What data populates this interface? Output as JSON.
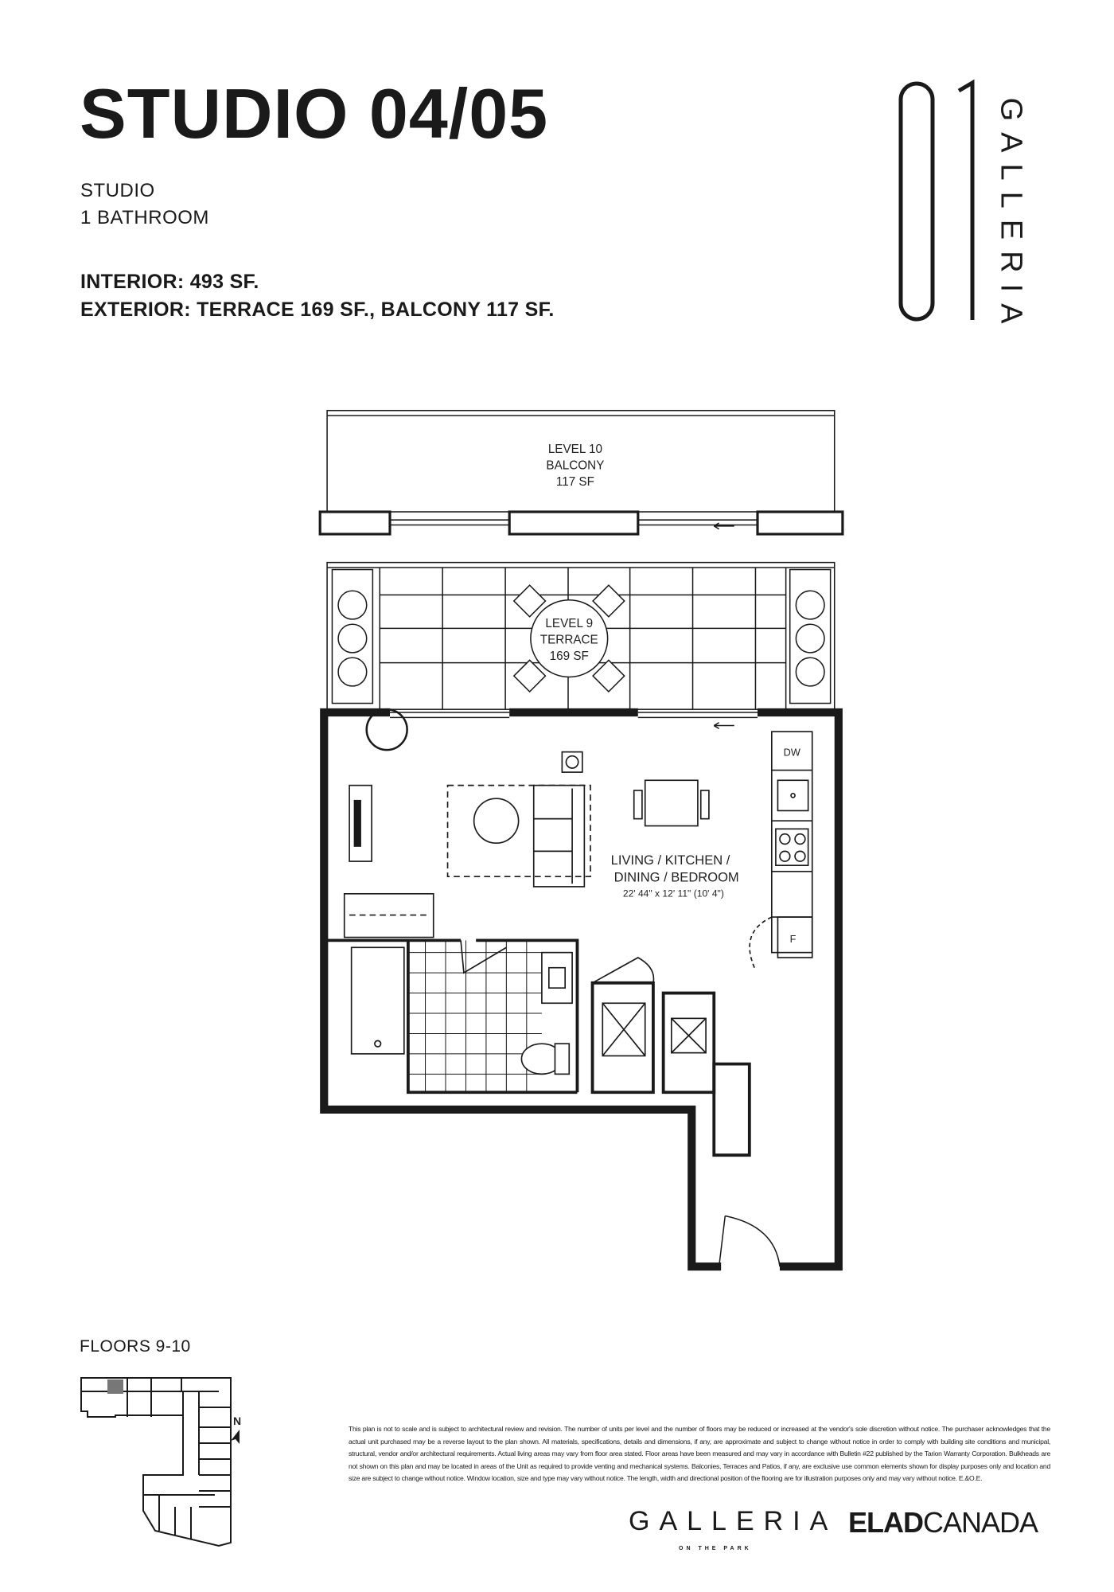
{
  "header": {
    "title": "STUDIO 04/05",
    "unit_type": "STUDIO",
    "bathrooms": "1 BATHROOM",
    "interior": "INTERIOR: 493 SF.",
    "exterior": "EXTERIOR: TERRACE 169 SF., BALCONY 117 SF."
  },
  "logo": {
    "number": "01",
    "word": "GALLERIA"
  },
  "plan": {
    "balcony": {
      "line1": "LEVEL 10",
      "line2": "BALCONY",
      "line3": "117 SF"
    },
    "terrace": {
      "line1": "LEVEL 9",
      "line2": "TERRACE",
      "line3": "169 SF"
    },
    "room": {
      "line1": "LIVING / KITCHEN /",
      "line2": "DINING / BEDROOM",
      "dims": "22' 44\" x 12' 11\" (10' 4\")"
    },
    "dw_label": "DW",
    "fridge_label": "F"
  },
  "keyplan": {
    "floors": "FLOORS 9-10",
    "north": "N"
  },
  "disclaimer": "This plan is not to scale and is subject to architectural review and revision. The number of units per level and the number of floors may be reduced or increased at the vendor's sole discretion without notice. The purchaser acknowledges that the actual unit purchased may be a reverse layout to the plan shown. All materials, specifications, details and dimensions, if any, are approximate and subject to change without notice in order to comply with building site conditions and municipal, structural, vendor and/or architectural requirements. Actual living areas may vary from floor area stated. Floor areas have been measured and may vary in accordance with Bulletin #22 published by the Tarion Warranty Corporation. Bulkheads are not shown on this plan and may be located in areas of the Unit as required to provide venting and mechanical systems. Balconies, Terraces and Patios, if any, are exclusive use common elements shown for display purposes only and location and size are subject to change without notice. Window location, size and type may vary without notice. The length, width and directional position of the flooring are for illustration purposes only and may vary without notice. E.&O.E.",
  "footer": {
    "brand1": "GALLERIA",
    "brand1_sub": "ON THE PARK",
    "brand2_bold": "ELAD",
    "brand2_light": "CANADA"
  }
}
